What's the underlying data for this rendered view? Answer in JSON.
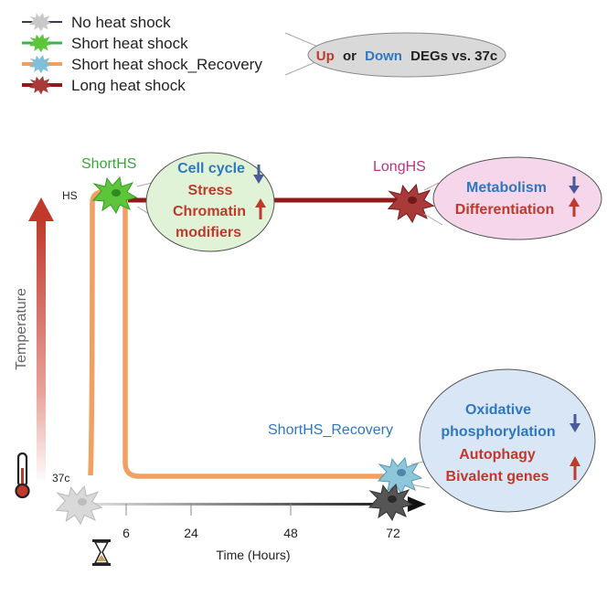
{
  "legend": {
    "items": [
      {
        "label": "No heat shock",
        "color": "#c8c8c8"
      },
      {
        "label": "Short heat shock",
        "color": "#5cc63a"
      },
      {
        "label": "Short heat shock_Recovery",
        "color": "#7fbfd9"
      },
      {
        "label": "Long heat shock",
        "color": "#a83a3a"
      }
    ],
    "line_colors": [
      "#3a3a5a",
      "#39b54a",
      "#f0a060",
      "#8e1a1a"
    ]
  },
  "degs_box": {
    "up": "Up",
    "or": "or",
    "down": "Down",
    "rest": "DEGs vs. 37c"
  },
  "axis": {
    "y_label": "Temperature",
    "hs_label": "HS",
    "base_label": "37c",
    "x_label": "Time (Hours)",
    "ticks": [
      "6",
      "24",
      "48",
      "72"
    ]
  },
  "short_hs": {
    "label": "ShortHS",
    "down_terms": [
      "Cell cycle"
    ],
    "up_terms": [
      "Stress",
      "Chromatin",
      "modifiers"
    ]
  },
  "long_hs": {
    "label": "LongHS",
    "down_terms": [
      "Metabolism"
    ],
    "up_terms": [
      "Differentiation"
    ]
  },
  "recovery": {
    "label": "ShortHS_Recovery",
    "down_terms": [
      "Oxidative",
      "phosphorylation"
    ],
    "up_terms": [
      "Autophagy",
      "Bivalent genes"
    ]
  },
  "colors": {
    "up": "#c0392b",
    "down": "#2f78bf",
    "arrow_up": "#c0392b",
    "arrow_down": "#4a5a9a",
    "short_line": "#f0a060",
    "long_line": "#8e1a1a",
    "temp_arrow": "#c0392b"
  },
  "icons": [
    "cell-icon",
    "thermometer-icon",
    "hourglass-icon",
    "arrow-up-icon",
    "arrow-down-icon"
  ]
}
